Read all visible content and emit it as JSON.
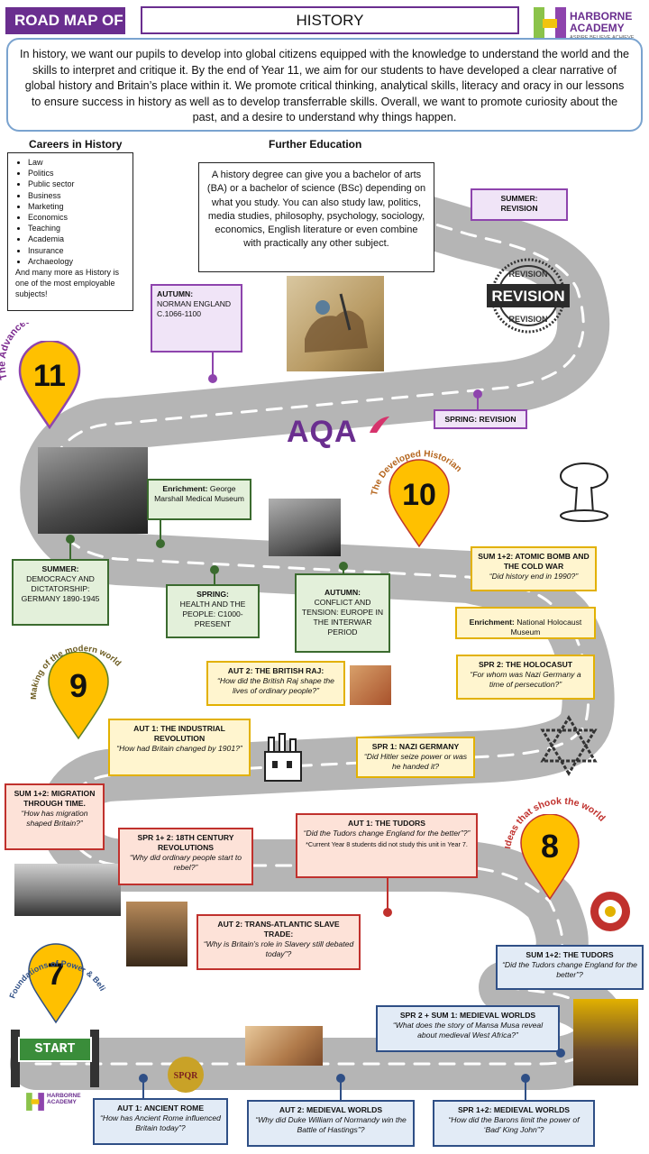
{
  "header": {
    "label": "ROAD MAP OF",
    "subject": "HISTORY",
    "logo_name": "HARBORNE ACADEMY",
    "logo_tagline": "ASPIRE.BELIEVE.ACHIEVE"
  },
  "intro": "In history, we want our pupils to develop into global citizens equipped with the knowledge to understand the world and the skills to interpret and critique it. By the end of Year 11, we aim for our students to have developed a clear narrative of global history and Britain’s place within it. We promote critical thinking, analytical skills, literacy and oracy in our lessons to ensure success in history as well as to develop transferrable skills. Overall, we want to promote curiosity about the past, and a desire to understand why things happen.",
  "careers": {
    "title": "Careers in History",
    "items": [
      "Law",
      "Politics",
      "Public sector",
      "Business",
      "Marketing",
      "Economics",
      "Teaching",
      "Academia",
      "Insurance",
      "Archaeology"
    ],
    "footer": "And many more as History is one of the most employable subjects!"
  },
  "further_education": {
    "title": "Further Education",
    "text": "A history degree can give you a bachelor of arts (BA) or a bachelor of science (BSc) depending on what you study. You can also study law, politics, media studies, philosophy, psychology, sociology, economics, English literature or even combine with practically any other subject."
  },
  "years": {
    "y11": {
      "number": "11",
      "title": "The Advanced Historian",
      "color": "#7b2a8f"
    },
    "y10": {
      "number": "10",
      "title": "The Developed Historian",
      "color": "#c0392b"
    },
    "y9": {
      "number": "9",
      "title": "Making of the modern world",
      "color": "#5a7d2a"
    },
    "y8": {
      "number": "8",
      "title": "Ideas that shook the world",
      "color": "#c0312d"
    },
    "y7": {
      "number": "7",
      "title": "Foundations of Power & Belief",
      "color": "#2f4f86"
    }
  },
  "stamp": {
    "top": "REVISION",
    "middle": "REVISION",
    "bottom": "REVISION"
  },
  "aqa": "AQA",
  "start": "START",
  "cards": {
    "y11_summer": {
      "title": "SUMMER:",
      "title2": "REVISION"
    },
    "y11_autumn": {
      "title": "AUTUMN:",
      "body": "NORMAN ENGLAND C.1066-1100"
    },
    "y11_spring": {
      "title": "SPRING: REVISION"
    },
    "y10_enrich": {
      "title": "Enrichment:",
      "body": "George Marshall Medical Museum"
    },
    "y10_summer": {
      "title": "SUMMER:",
      "body": "DEMOCRACY AND DICTATORSHIP: GERMANY 1890-1945"
    },
    "y10_spring": {
      "title": "SPRING:",
      "body": "HEALTH AND THE PEOPLE: C1000-PRESENT"
    },
    "y10_autumn": {
      "title": "AUTUMN:",
      "body": "CONFLICT AND TENSION: EUROPE IN THE INTERWAR PERIOD"
    },
    "y9_sum": {
      "title": "SUM 1+2: ATOMIC BOMB AND THE COLD WAR",
      "q": "“Did history end in 1990?”"
    },
    "y9_enrich": {
      "title": "Enrichment:",
      "body": "National Holocaust Museum"
    },
    "y9_spr2": {
      "title": "SPR 2: THE HOLOCASUT",
      "q": "“For whom was Nazi Germany a time of persecution?”"
    },
    "y9_aut2": {
      "title": "AUT 2: THE BRITISH RAJ:",
      "q": "“How did the British Raj shape the lives of ordinary people?”"
    },
    "y9_aut1": {
      "title": "AUT 1: THE INDUSTRIAL REVOLUTION",
      "q": "“How had Britain changed by 1901?”"
    },
    "y9_spr1": {
      "title": "SPR 1: NAZI GERMANY",
      "q": "“Did Hitler seize power or was he handed it?"
    },
    "y8_sum": {
      "title": "SUM 1+2: MIGRATION THROUGH TIME.",
      "q": "“How has migration shaped Britain?”"
    },
    "y8_spr": {
      "title": "SPR 1+ 2: 18TH CENTURY REVOLUTIONS",
      "q": "“Why did ordinary people start to rebel?”"
    },
    "y8_aut1": {
      "title": "AUT 1: THE TUDORS",
      "q": "“Did the Tudors change England for the better”?”",
      "note": "*Current Year 8 students did not study this unit in Year 7."
    },
    "y8_aut2": {
      "title": "AUT 2: TRANS-ATLANTIC SLAVE TRADE:",
      "q": "“Why is Britain’s role in Slavery still debated today”?"
    },
    "y7_sum": {
      "title": "SUM 1+2: THE TUDORS",
      "q": "“Did the Tudors change England for the better”?"
    },
    "y7_spr2": {
      "title": "SPR 2 + SUM 1: MEDIEVAL WORLDS",
      "q": "“What does the story of Mansa Musa reveal about medieval West Africa?”"
    },
    "y7_aut1": {
      "title": "AUT 1: ANCIENT ROME",
      "q": "“How has Ancient Rome influenced Britain today”?"
    },
    "y7_aut2": {
      "title": "AUT 2: MEDIEVAL WORLDS",
      "q": "“Why did Duke William of Normandy win the Battle of Hastings”?"
    },
    "y7_spr1": {
      "title": "SPR 1+2: MEDIEVAL WORLDS",
      "q": "“How did the Barons limit the power of ‘Bad’ King John”?"
    }
  },
  "spqr": "SPQR",
  "colors": {
    "purple": "#6a2e8f",
    "road": "#b8b8b8",
    "pin": "#ffc000"
  }
}
